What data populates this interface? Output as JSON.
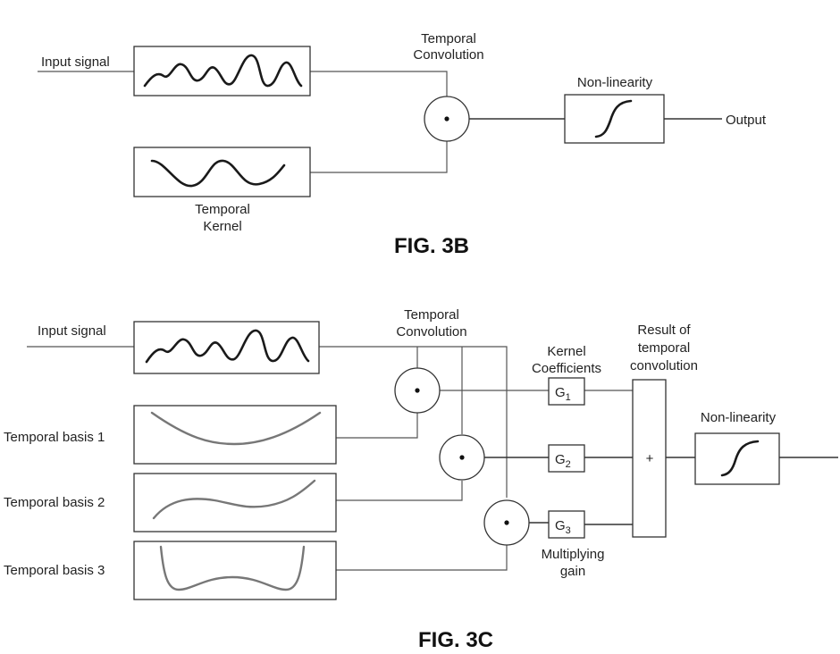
{
  "fig3b": {
    "input_label": "Input signal",
    "conv_label_1": "Temporal",
    "conv_label_2": "Convolution",
    "nonlin_label": "Non-linearity",
    "output_label": "Output",
    "kernel_label_1": "Temporal",
    "kernel_label_2": "Kernel",
    "caption": "FIG. 3B"
  },
  "fig3c": {
    "input_label": "Input signal",
    "conv_label_1": "Temporal",
    "conv_label_2": "Convolution",
    "basis_1": "Temporal basis 1",
    "basis_2": "Temporal basis 2",
    "basis_3": "Temporal basis 3",
    "coef_label_1": "Kernel",
    "coef_label_2": "Coefficients",
    "gain_1": "G",
    "gain_1_sub": "1",
    "gain_2": "G",
    "gain_2_sub": "2",
    "gain_3": "G",
    "gain_3_sub": "3",
    "result_label_1": "Result of",
    "result_label_2": "temporal",
    "result_label_3": "convolution",
    "sum_symbol": "+",
    "nonlin_label": "Non-linearity",
    "mult_label_1": "Multiplying",
    "mult_label_2": "gain",
    "caption": "FIG. 3C"
  }
}
